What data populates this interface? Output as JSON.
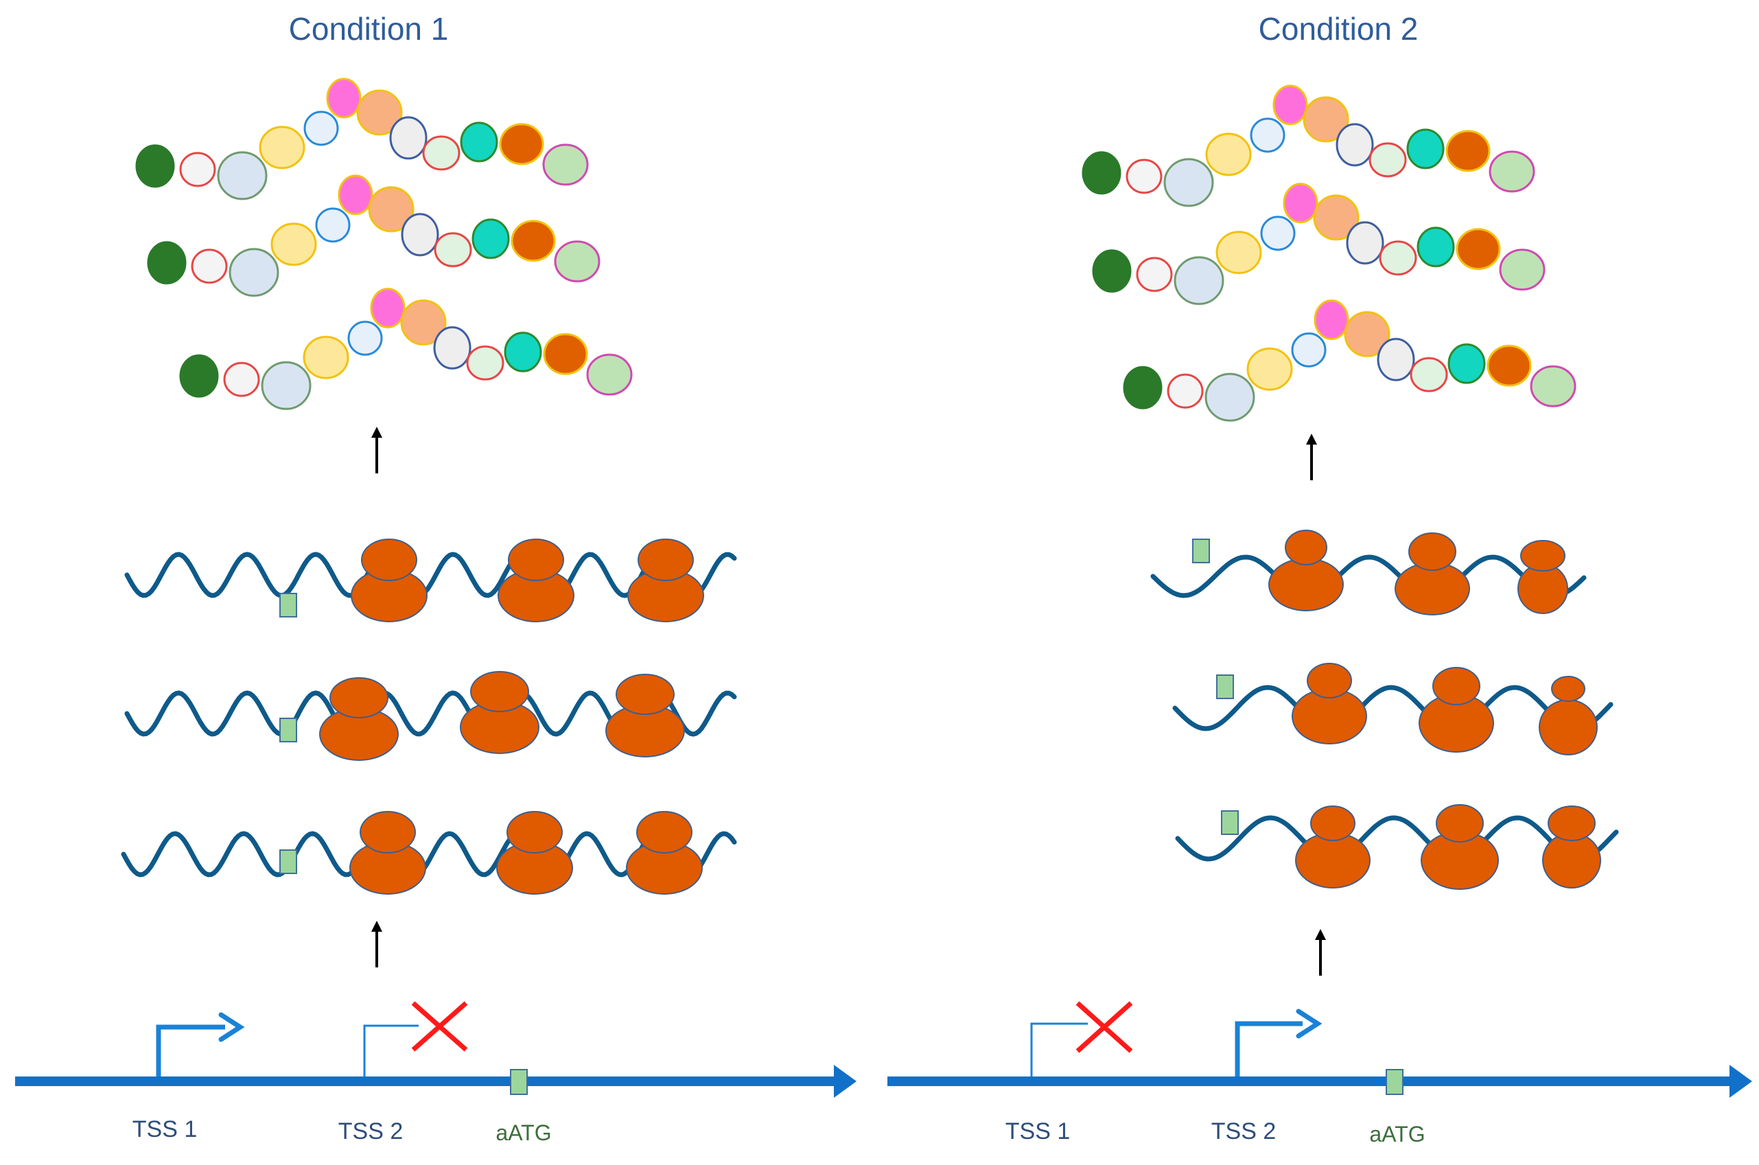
{
  "panels": [
    {
      "title": "Condition 1",
      "active_tss": "TSS 1",
      "blocked_tss": "TSS 2",
      "labels": {
        "tss1": "TSS 1",
        "tss2": "TSS 2",
        "atg": "aATG"
      }
    },
    {
      "title": "Condition 2",
      "active_tss": "TSS 2",
      "blocked_tss": "TSS 1",
      "labels": {
        "tss1": "TSS 1",
        "tss2": "TSS 2",
        "atg": "aATG"
      }
    }
  ],
  "colors": {
    "title": "#2e5d9a",
    "dna": "#1170c8",
    "promoter_arrow": "#1a82d6",
    "blocked_cross": "#ff1a1a",
    "mrna": "#0e5a8a",
    "start_codon": "#9cd69c",
    "ribosome": "#e05a00",
    "ribosome_outline": "#3f5f8a",
    "arrow": "#000000"
  },
  "amino_acids": [
    {
      "fill": "#2a7a2a",
      "stroke": "#2a7a2a"
    },
    {
      "fill": "#f4f4f4",
      "stroke": "#e84646"
    },
    {
      "fill": "#d9e4f2",
      "stroke": "#6f9b6f"
    },
    {
      "fill": "#fde79a",
      "stroke": "#f2c20e"
    },
    {
      "fill": "#e6f0fa",
      "stroke": "#2a8ad8"
    },
    {
      "fill": "#ff6fdc",
      "stroke": "#f2c20e"
    },
    {
      "fill": "#f9b080",
      "stroke": "#f2c20e"
    },
    {
      "fill": "#eeeeee",
      "stroke": "#3e5ea0"
    },
    {
      "fill": "#e0f2e0",
      "stroke": "#e84646"
    },
    {
      "fill": "#12d6c0",
      "stroke": "#2e8a2e"
    },
    {
      "fill": "#e06000",
      "stroke": "#f2c20e"
    },
    {
      "fill": "#bde3b4",
      "stroke": "#d04ab0"
    }
  ]
}
